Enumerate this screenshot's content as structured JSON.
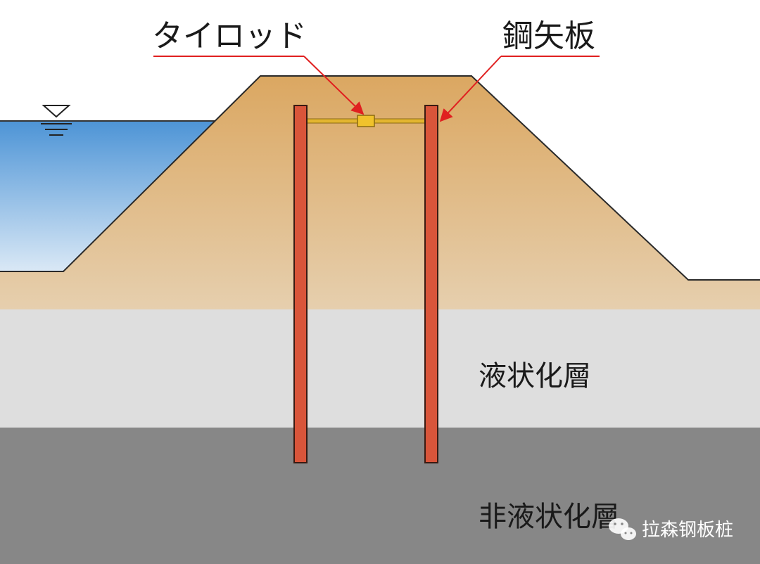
{
  "labels": {
    "tie_rod": "タイロッド",
    "sheet_pile": "鋼矢板",
    "liquefiable_layer": "液状化層",
    "non_liquefiable_layer": "非液状化層"
  },
  "watermark": {
    "text": "拉森钢板桩",
    "icon": "wechat-icon"
  },
  "icons": {
    "water_level": "water-level-icon"
  },
  "colors": {
    "water_top": "#4d94d6",
    "water_bottom": "#dbe9f6",
    "embankment_top": "#dba761",
    "embankment_bottom": "#e6cfae",
    "liquefiable_layer": "#dedede",
    "non_liquefiable_layer": "#878787",
    "sheet_pile": "#d9553a",
    "tie_rod": "#e3b530",
    "leader_line": "#e02020"
  }
}
